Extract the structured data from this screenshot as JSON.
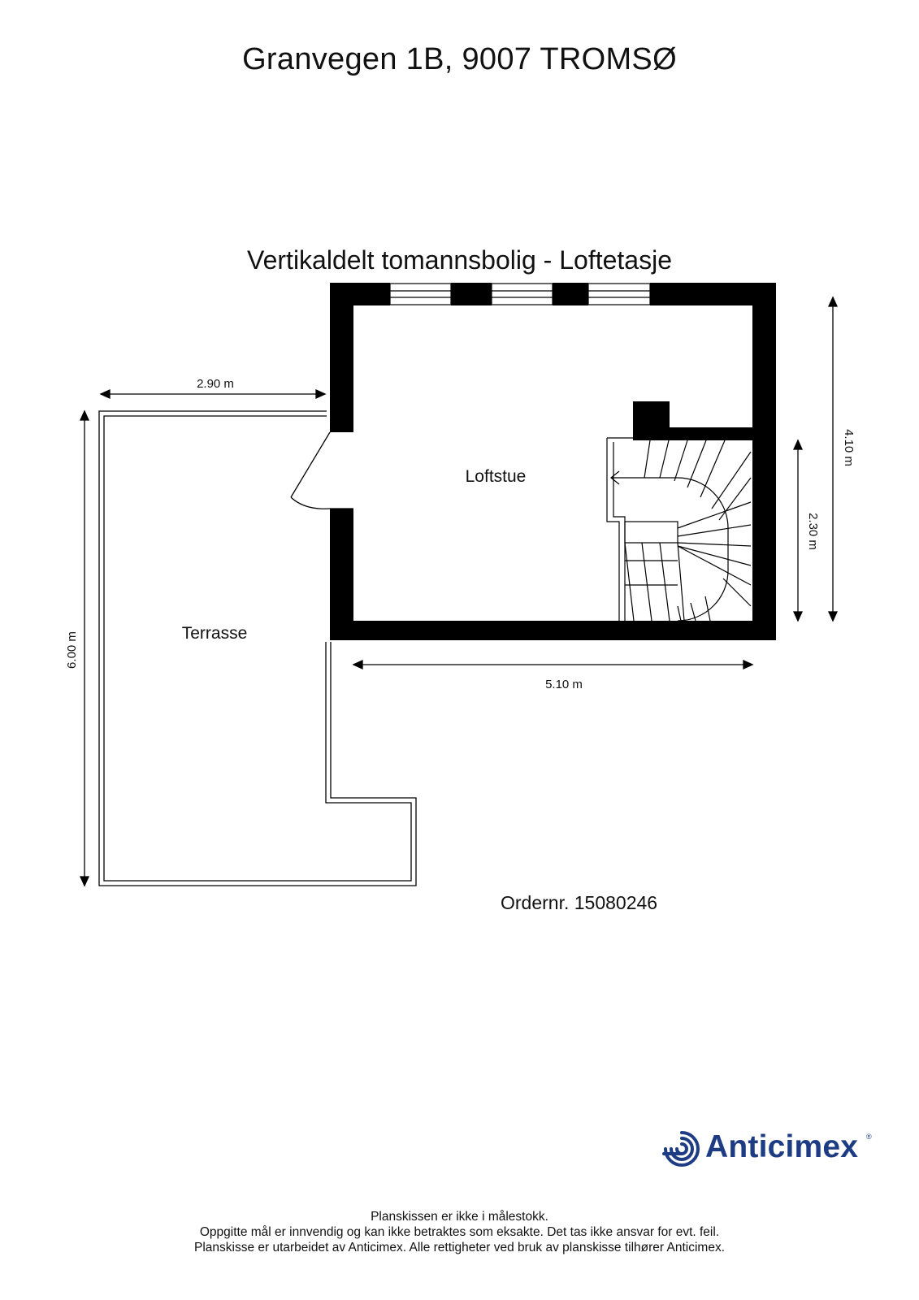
{
  "document": {
    "title": "Granvegen 1B, 9007 TROMSØ",
    "subtitle": "Vertikaldelt tomannsbolig - Loftetasje",
    "order_number": "Ordernr. 15080246"
  },
  "rooms": {
    "loft": "Loftstue",
    "terrace": "Terrasse"
  },
  "dimensions": {
    "terrace_width": "2.90 m",
    "terrace_length": "6.00 m",
    "loft_width": "5.10 m",
    "loft_depth": "4.10 m",
    "stair_length": "2.30 m"
  },
  "logo": {
    "name": "Anticimex",
    "mark": "®"
  },
  "footer": {
    "line1": "Planskissen er ikke i målestokk.",
    "line2": "Oppgitte mål er innvendig og kan ikke betraktes som eksakte. Det tas ikke ansvar for evt. feil.",
    "line3": "Planskisse er utarbeidet av Anticimex. Alle rettigheter ved bruk av planskisse tilhører Anticimex."
  },
  "colors": {
    "wall": "#000000",
    "brand": "#1e3c84"
  }
}
